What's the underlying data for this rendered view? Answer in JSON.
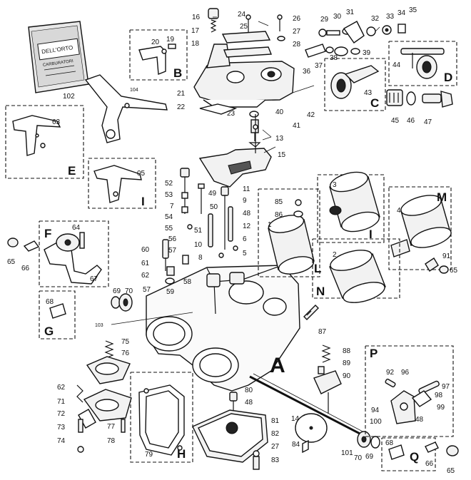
{
  "sections": [
    {
      "letter": "A"
    },
    {
      "letter": "B"
    },
    {
      "letter": "C"
    },
    {
      "letter": "D"
    },
    {
      "letter": "E"
    },
    {
      "letter": "F"
    },
    {
      "letter": "G"
    },
    {
      "letter": "H"
    },
    {
      "letter": "I"
    },
    {
      "letter": "I"
    },
    {
      "letter": "L"
    },
    {
      "letter": "M"
    },
    {
      "letter": "N"
    },
    {
      "letter": "P"
    },
    {
      "letter": "Q"
    }
  ],
  "kit_bag": {
    "brand": "DELL'ORTO",
    "subtitle": "CARBURATORI"
  },
  "callouts": [
    "16",
    "24",
    "26",
    "17",
    "25",
    "27",
    "18",
    "28",
    "19",
    "20",
    "29",
    "30",
    "31",
    "32",
    "33",
    "34",
    "35",
    "36",
    "37",
    "38",
    "39",
    "44",
    "102",
    "104",
    "21",
    "22",
    "23",
    "40",
    "41",
    "42",
    "43",
    "13",
    "15",
    "45",
    "46",
    "47",
    "63",
    "05",
    "52",
    "53",
    "7",
    "54",
    "55",
    "56",
    "57",
    "49",
    "11",
    "9",
    "48",
    "50",
    "51",
    "10",
    "12",
    "6",
    "8",
    "5",
    "85",
    "86",
    "3",
    "1",
    "2",
    "4",
    "91",
    "65",
    "64",
    "65",
    "66",
    "67",
    "60",
    "61",
    "62",
    "57",
    "59",
    "58",
    "69",
    "70",
    "68",
    "103",
    "87",
    "75",
    "76",
    "62",
    "71",
    "72",
    "77",
    "73",
    "78",
    "74",
    "79",
    "80",
    "48",
    "81",
    "82",
    "27",
    "83",
    "14",
    "84",
    "88",
    "89",
    "90",
    "101",
    "70",
    "69",
    "92",
    "96",
    "97",
    "94",
    "98",
    "99",
    "100",
    "48",
    "68",
    "66",
    "65"
  ]
}
